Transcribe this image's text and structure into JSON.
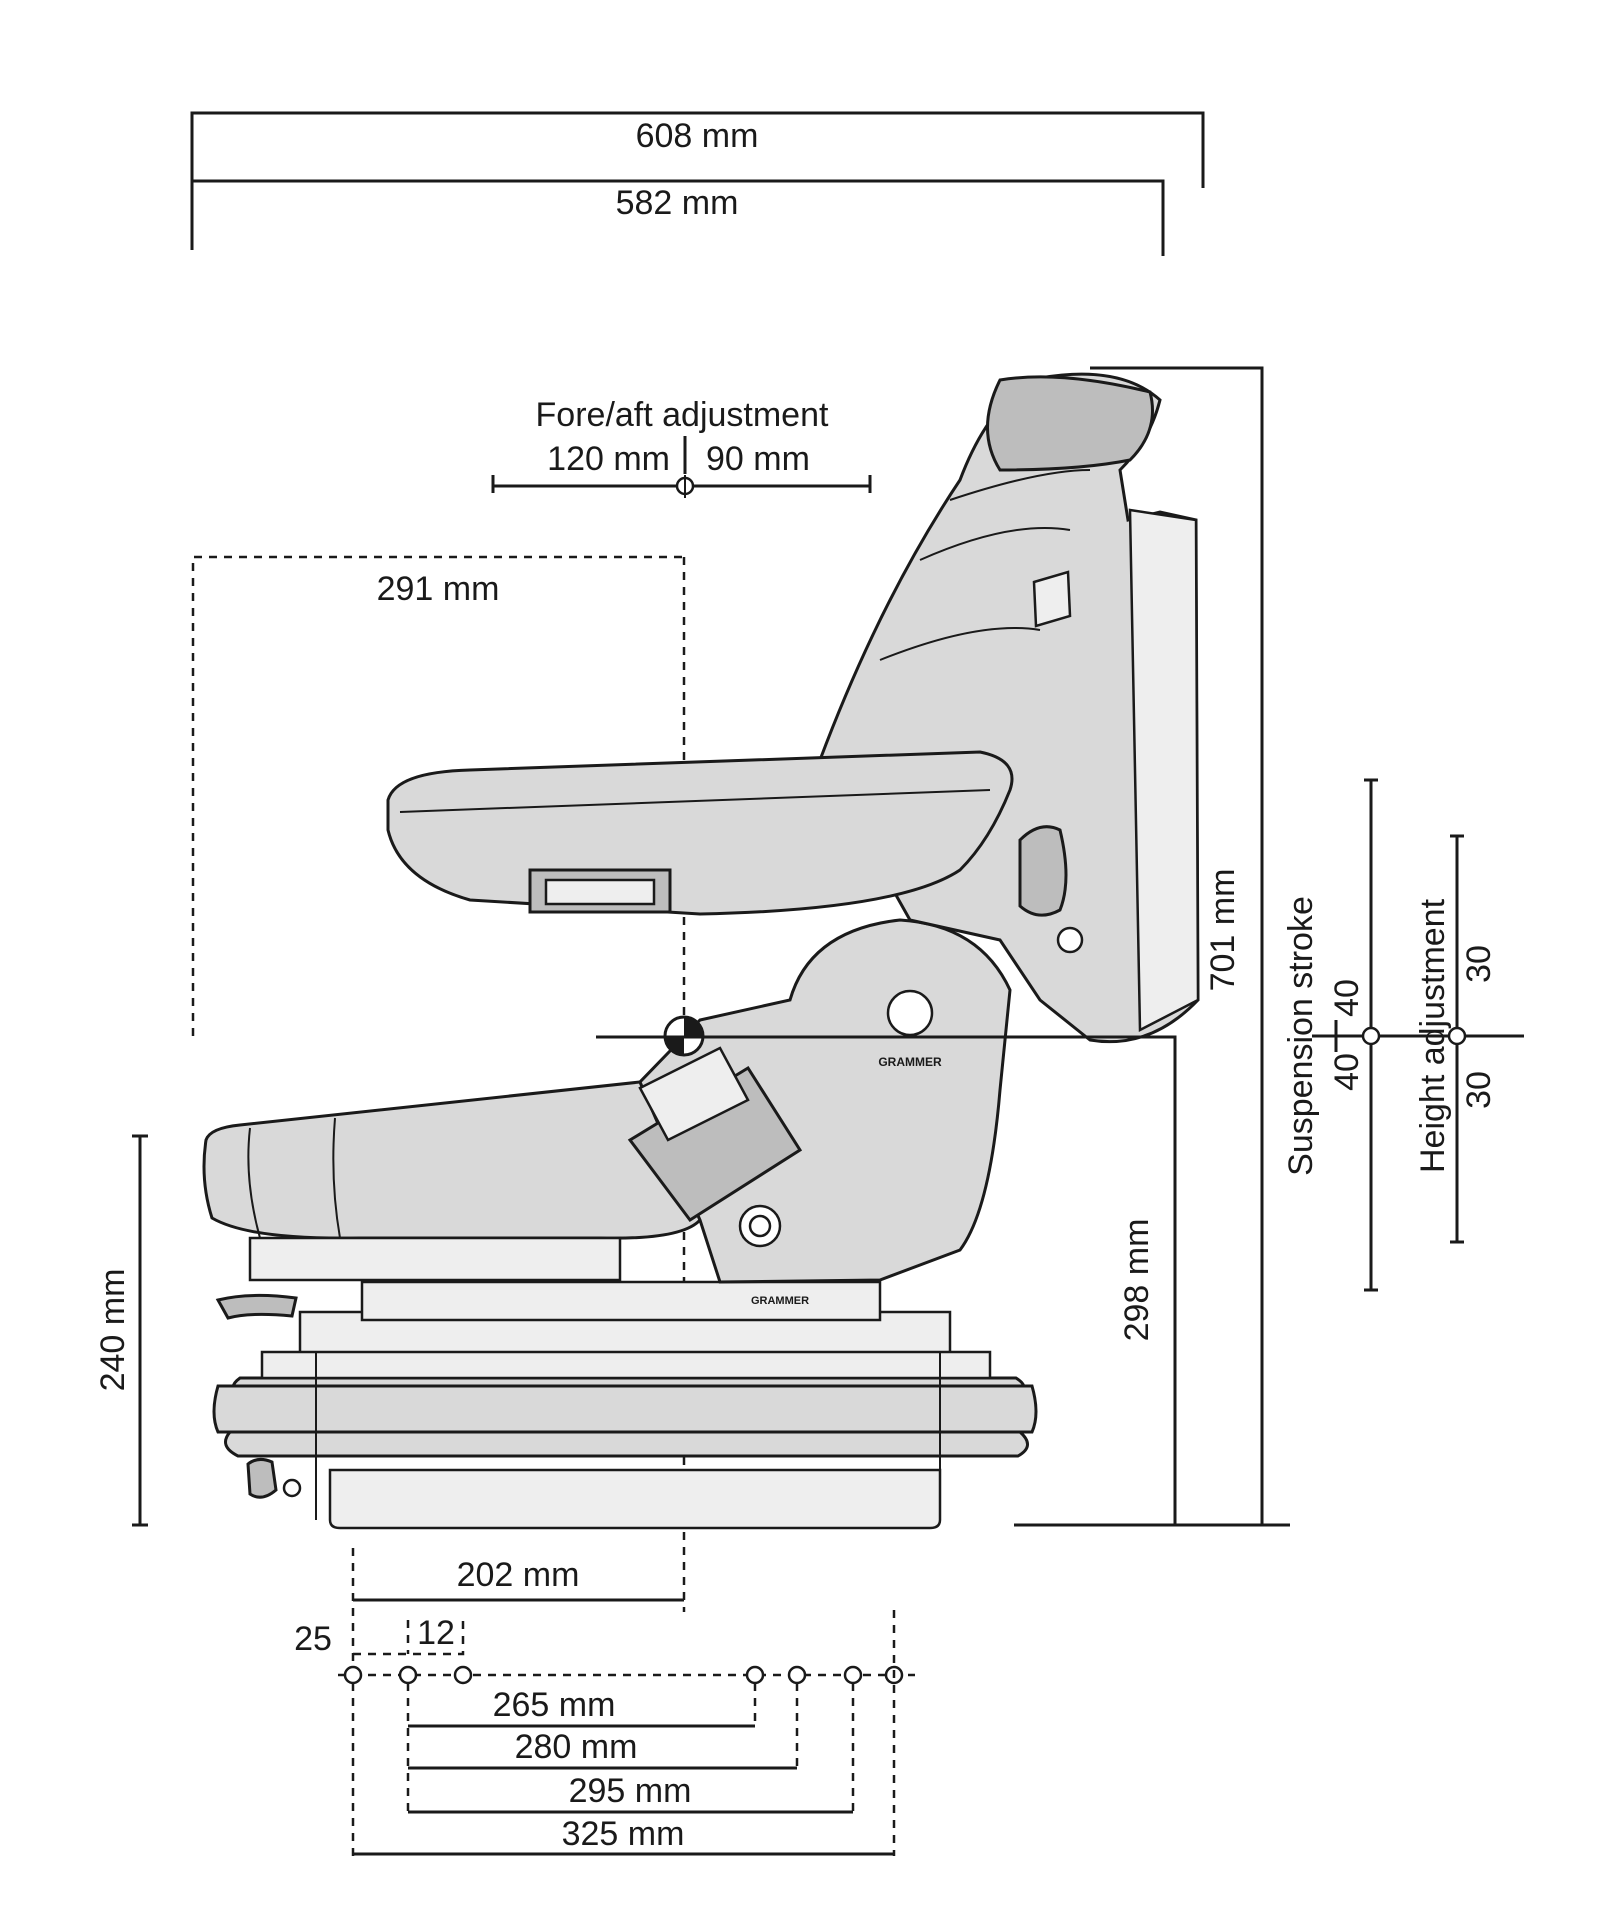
{
  "dimensions": {
    "overall_width": "608 mm",
    "seat_width": "582 mm",
    "fore_aft_title": "Fore/aft adjustment",
    "fore_aft_back": "120 mm",
    "fore_aft_forward": "90 mm",
    "seat_reference": "291 mm",
    "total_height": "701 mm",
    "base_height": "298 mm",
    "seat_height": "240 mm",
    "rail_offset": "202 mm"
  },
  "suspension": {
    "label": "Suspension stroke",
    "up": "40",
    "down": "40"
  },
  "height_adjustment": {
    "label": "Height adjustment",
    "up": "30",
    "down": "30"
  },
  "mounting": {
    "offset_a": "25",
    "offset_b": "12",
    "spacings": [
      "265 mm",
      "280 mm",
      "295 mm",
      "325 mm"
    ]
  },
  "brand": "GRAMMER"
}
